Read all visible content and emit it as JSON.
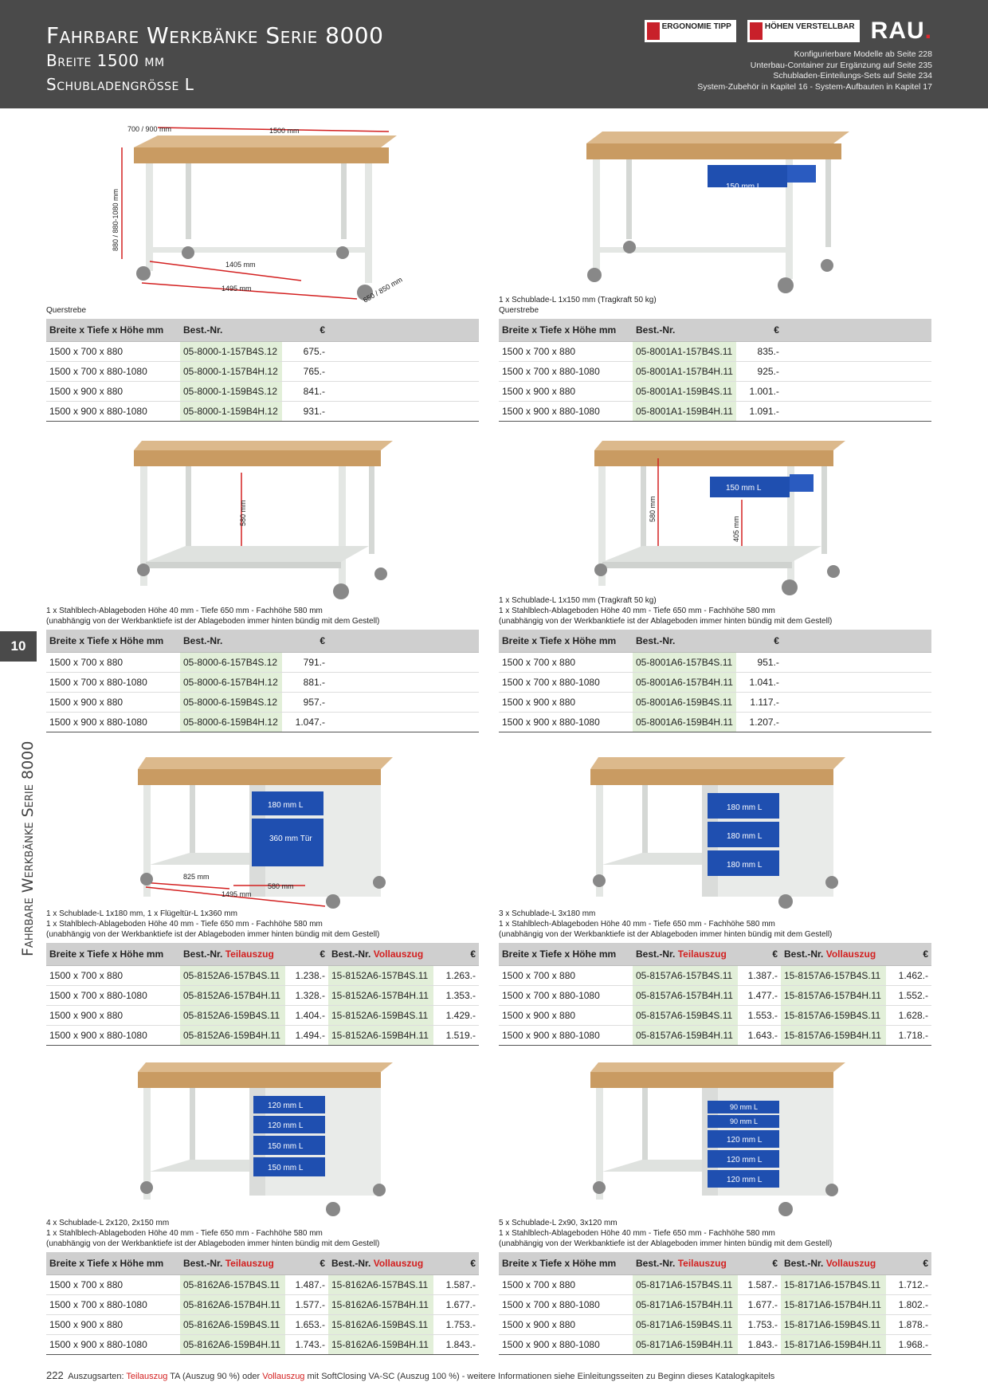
{
  "header": {
    "title1": "Fahrbare Werkbänke Serie 8000",
    "title2": "Breite 1500 mm",
    "title3": "Schubladengrösse L",
    "logo1": "ERGONOMIE TIPP",
    "logo2": "HÖHEN VERSTELLBAR",
    "brand": "RAU",
    "notes": [
      "Konfigurierbare Modelle ab Seite 228",
      "Unterbau-Container zur Ergänzung auf Seite 235",
      "Schubladen-Einteilungs-Sets auf Seite 234",
      "System-Zubehör in Kapitel 16 - System-Aufbauten in Kapitel 17"
    ]
  },
  "side": {
    "tab": "10",
    "title": "Fahrbare Werkbänke Serie 8000"
  },
  "sections": [
    {
      "captions": [
        "Querstrebe"
      ],
      "img_labels": [
        "700 / 900 mm",
        "1500 mm",
        "880 / 880-1080 mm",
        "1405 mm",
        "1495 mm",
        "650 / 850 mm"
      ],
      "head": {
        "dim": "Breite x Tiefe x Höhe mm",
        "art": "Best.-Nr.",
        "eur": "€"
      },
      "rows": [
        {
          "dim": "1500 x 700 x 880",
          "art": "05-8000-1-157B4S.12",
          "eur": "675.-"
        },
        {
          "dim": "1500 x 700 x 880-1080",
          "art": "05-8000-1-157B4H.12",
          "eur": "765.-"
        },
        {
          "dim": "1500 x 900 x 880",
          "art": "05-8000-1-159B4S.12",
          "eur": "841.-"
        },
        {
          "dim": "1500 x 900 x 880-1080",
          "art": "05-8000-1-159B4H.12",
          "eur": "931.-"
        }
      ]
    },
    {
      "captions": [
        "1 x Schublade-L 1x150 mm (Tragkraft 50 kg)",
        "Querstrebe"
      ],
      "img_labels": [
        "150 mm L"
      ],
      "head": {
        "dim": "Breite x Tiefe x Höhe mm",
        "art": "Best.-Nr.",
        "eur": "€"
      },
      "rows": [
        {
          "dim": "1500 x 700 x 880",
          "art": "05-8001A1-157B4S.11",
          "eur": "835.-"
        },
        {
          "dim": "1500 x 700 x 880-1080",
          "art": "05-8001A1-157B4H.11",
          "eur": "925.-"
        },
        {
          "dim": "1500 x 900 x 880",
          "art": "05-8001A1-159B4S.11",
          "eur": "1.001.-"
        },
        {
          "dim": "1500 x 900 x 880-1080",
          "art": "05-8001A1-159B4H.11",
          "eur": "1.091.-"
        }
      ]
    },
    {
      "captions": [
        "1 x Stahlblech-Ablageboden Höhe 40 mm - Tiefe 650 mm - Fachhöhe 580 mm",
        "(unabhängig von der Werkbanktiefe ist der Ablageboden immer hinten bündig mit dem Gestell)"
      ],
      "img_labels": [
        "580 mm"
      ],
      "head": {
        "dim": "Breite x Tiefe x Höhe mm",
        "art": "Best.-Nr.",
        "eur": "€"
      },
      "rows": [
        {
          "dim": "1500 x 700 x 880",
          "art": "05-8000-6-157B4S.12",
          "eur": "791.-"
        },
        {
          "dim": "1500 x 700 x 880-1080",
          "art": "05-8000-6-157B4H.12",
          "eur": "881.-"
        },
        {
          "dim": "1500 x 900 x 880",
          "art": "05-8000-6-159B4S.12",
          "eur": "957.-"
        },
        {
          "dim": "1500 x 900 x 880-1080",
          "art": "05-8000-6-159B4H.12",
          "eur": "1.047.-"
        }
      ]
    },
    {
      "captions": [
        "1 x Schublade-L 1x150 mm (Tragkraft 50 kg)",
        "1 x Stahlblech-Ablageboden Höhe 40 mm - Tiefe 650 mm - Fachhöhe 580 mm",
        "(unabhängig von der Werkbanktiefe ist der Ablageboden immer hinten bündig mit dem Gestell)"
      ],
      "img_labels": [
        "150 mm L",
        "580 mm",
        "405 mm"
      ],
      "head": {
        "dim": "Breite x Tiefe x Höhe mm",
        "art": "Best.-Nr.",
        "eur": "€"
      },
      "rows": [
        {
          "dim": "1500 x 700 x 880",
          "art": "05-8001A6-157B4S.11",
          "eur": "951.-"
        },
        {
          "dim": "1500 x 700 x 880-1080",
          "art": "05-8001A6-157B4H.11",
          "eur": "1.041.-"
        },
        {
          "dim": "1500 x 900 x 880",
          "art": "05-8001A6-159B4S.11",
          "eur": "1.117.-"
        },
        {
          "dim": "1500 x 900 x 880-1080",
          "art": "05-8001A6-159B4H.11",
          "eur": "1.207.-"
        }
      ]
    },
    {
      "captions": [
        "1 x Schublade-L 1x180 mm, 1 x Flügeltür-L 1x360 mm",
        "1 x Stahlblech-Ablageboden Höhe 40 mm - Tiefe 650 mm - Fachhöhe 580 mm",
        "(unabhängig von der Werkbanktiefe ist der Ablageboden immer hinten bündig mit dem Gestell)"
      ],
      "img_labels": [
        "180 mm L",
        "360 mm Tür",
        "825 mm",
        "580 mm",
        "1495 mm"
      ],
      "head": {
        "dim": "Breite x Tiefe x Höhe mm",
        "art": "Best.-Nr.",
        "art_red": "Teilauszug",
        "eur": "€",
        "art2": "Best.-Nr.",
        "art2_red": "Vollauszug",
        "eur2": "€"
      },
      "rows": [
        {
          "dim": "1500 x 700 x 880",
          "art": "05-8152A6-157B4S.11",
          "eur": "1.238.-",
          "art2": "15-8152A6-157B4S.11",
          "eur2": "1.263.-"
        },
        {
          "dim": "1500 x 700 x 880-1080",
          "art": "05-8152A6-157B4H.11",
          "eur": "1.328.-",
          "art2": "15-8152A6-157B4H.11",
          "eur2": "1.353.-"
        },
        {
          "dim": "1500 x 900 x 880",
          "art": "05-8152A6-159B4S.11",
          "eur": "1.404.-",
          "art2": "15-8152A6-159B4S.11",
          "eur2": "1.429.-"
        },
        {
          "dim": "1500 x 900 x 880-1080",
          "art": "05-8152A6-159B4H.11",
          "eur": "1.494.-",
          "art2": "15-8152A6-159B4H.11",
          "eur2": "1.519.-"
        }
      ]
    },
    {
      "captions": [
        "3 x Schublade-L 3x180 mm",
        "1 x Stahlblech-Ablageboden Höhe 40 mm - Tiefe 650 mm - Fachhöhe 580 mm",
        "(unabhängig von der Werkbanktiefe ist der Ablageboden immer hinten bündig mit dem Gestell)"
      ],
      "img_labels": [
        "180 mm L",
        "180 mm L",
        "180 mm L"
      ],
      "head": {
        "dim": "Breite x Tiefe x Höhe mm",
        "art": "Best.-Nr.",
        "art_red": "Teilauszug",
        "eur": "€",
        "art2": "Best.-Nr.",
        "art2_red": "Vollauszug",
        "eur2": "€"
      },
      "rows": [
        {
          "dim": "1500 x 700 x 880",
          "art": "05-8157A6-157B4S.11",
          "eur": "1.387.-",
          "art2": "15-8157A6-157B4S.11",
          "eur2": "1.462.-"
        },
        {
          "dim": "1500 x 700 x 880-1080",
          "art": "05-8157A6-157B4H.11",
          "eur": "1.477.-",
          "art2": "15-8157A6-157B4H.11",
          "eur2": "1.552.-"
        },
        {
          "dim": "1500 x 900 x 880",
          "art": "05-8157A6-159B4S.11",
          "eur": "1.553.-",
          "art2": "15-8157A6-159B4S.11",
          "eur2": "1.628.-"
        },
        {
          "dim": "1500 x 900 x 880-1080",
          "art": "05-8157A6-159B4H.11",
          "eur": "1.643.-",
          "art2": "15-8157A6-159B4H.11",
          "eur2": "1.718.-"
        }
      ]
    },
    {
      "captions": [
        "4 x Schublade-L 2x120, 2x150 mm",
        "1 x Stahlblech-Ablageboden Höhe 40 mm - Tiefe 650 mm - Fachhöhe 580 mm",
        "(unabhängig von der Werkbanktiefe ist der Ablageboden immer hinten bündig mit dem Gestell)"
      ],
      "img_labels": [
        "120 mm L",
        "120 mm L",
        "150 mm L",
        "150 mm L"
      ],
      "head": {
        "dim": "Breite x Tiefe x Höhe mm",
        "art": "Best.-Nr.",
        "art_red": "Teilauszug",
        "eur": "€",
        "art2": "Best.-Nr.",
        "art2_red": "Vollauszug",
        "eur2": "€"
      },
      "rows": [
        {
          "dim": "1500 x 700 x 880",
          "art": "05-8162A6-157B4S.11",
          "eur": "1.487.-",
          "art2": "15-8162A6-157B4S.11",
          "eur2": "1.587.-"
        },
        {
          "dim": "1500 x 700 x 880-1080",
          "art": "05-8162A6-157B4H.11",
          "eur": "1.577.-",
          "art2": "15-8162A6-157B4H.11",
          "eur2": "1.677.-"
        },
        {
          "dim": "1500 x 900 x 880",
          "art": "05-8162A6-159B4S.11",
          "eur": "1.653.-",
          "art2": "15-8162A6-159B4S.11",
          "eur2": "1.753.-"
        },
        {
          "dim": "1500 x 900 x 880-1080",
          "art": "05-8162A6-159B4H.11",
          "eur": "1.743.-",
          "art2": "15-8162A6-159B4H.11",
          "eur2": "1.843.-"
        }
      ]
    },
    {
      "captions": [
        "5 x Schublade-L 2x90, 3x120 mm",
        "1 x Stahlblech-Ablageboden Höhe 40 mm - Tiefe 650 mm - Fachhöhe 580 mm",
        "(unabhängig von der Werkbanktiefe ist der Ablageboden immer hinten bündig mit dem Gestell)"
      ],
      "img_labels": [
        "90 mm L",
        "90 mm L",
        "120 mm L",
        "120 mm L",
        "120 mm L"
      ],
      "head": {
        "dim": "Breite x Tiefe x Höhe mm",
        "art": "Best.-Nr.",
        "art_red": "Teilauszug",
        "eur": "€",
        "art2": "Best.-Nr.",
        "art2_red": "Vollauszug",
        "eur2": "€"
      },
      "rows": [
        {
          "dim": "1500 x 700 x 880",
          "art": "05-8171A6-157B4S.11",
          "eur": "1.587.-",
          "art2": "15-8171A6-157B4S.11",
          "eur2": "1.712.-"
        },
        {
          "dim": "1500 x 700 x 880-1080",
          "art": "05-8171A6-157B4H.11",
          "eur": "1.677.-",
          "art2": "15-8171A6-157B4H.11",
          "eur2": "1.802.-"
        },
        {
          "dim": "1500 x 900 x 880",
          "art": "05-8171A6-159B4S.11",
          "eur": "1.753.-",
          "art2": "15-8171A6-159B4S.11",
          "eur2": "1.878.-"
        },
        {
          "dim": "1500 x 900 x 880-1080",
          "art": "05-8171A6-159B4H.11",
          "eur": "1.843.-",
          "art2": "15-8171A6-159B4H.11",
          "eur2": "1.968.-"
        }
      ]
    }
  ],
  "footer": {
    "page": "222",
    "t1": "Auszugsarten:",
    "red1": "Teilauszug",
    "t2": "TA (Auszug 90 %) oder",
    "red2": "Vollauszug",
    "t3": "mit SoftClosing VA-SC (Auszug 100 %) - weitere Informationen siehe Einleitungsseiten zu Beginn dieses Katalogkapitels"
  },
  "colors": {
    "header_bg": "#4a4a4a",
    "article_bg": "#e2efd9",
    "table_head_bg": "#cfcfcf",
    "drawer_blue": "#1f4fb0",
    "wood": "#c99b62",
    "red": "#d32020"
  }
}
